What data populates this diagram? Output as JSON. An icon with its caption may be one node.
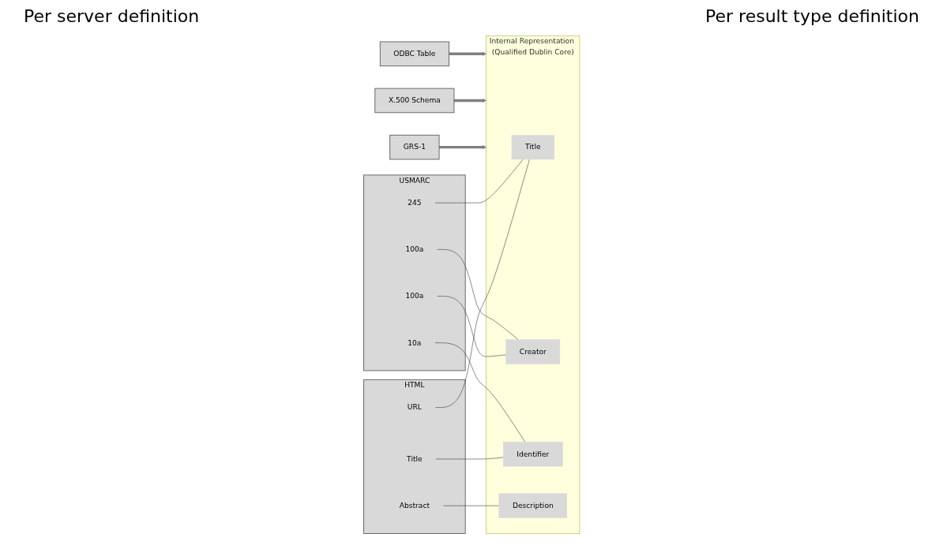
{
  "diagram": {
    "nodes": [
      {
        "text": [
          "HTML"
        ]
      },
      {
        "text": [
          "URL"
        ],
        "in": 0
      },
      {
        "text": [
          "Title"
        ],
        "in": 0
      },
      {
        "text": [
          "Abstract"
        ],
        "in": 0
      },
      {
        "text": [
          "Internal Representation (Qualified Dublin Core)"
        ]
      },
      {
        "text": [
          "Title"
        ],
        "in": 4
      },
      {
        "text": [
          "Creator"
        ],
        "in": 4
      },
      {
        "text": [
          "Identifier"
        ],
        "in": 4
      },
      {
        "text": [
          "Description"
        ],
        "in": 4
      },
      {
        "text": [
          "USMARC"
        ]
      },
      {
        "text": [
          "245"
        ],
        "in": 9
      },
      {
        "text": [
          "100a"
        ],
        "in": 9
      },
      {
        "text": [
          "100a"
        ],
        "in": 9
      },
      {
        "text": [
          "10a"
        ],
        "in": 9
      },
      {
        "text": [
          "GRS-1"
        ]
      },
      {
        "text": [
          "X.500 Schema"
        ]
      },
      {
        "text": [
          "ODBC Table"
        ]
      }
    ],
    "edges": [
      {
        "from": 1,
        "to": 5,
        "arrow": "none"
      },
      {
        "from": 2,
        "to": 7,
        "arrow": "none"
      },
      {
        "from": 3,
        "to": 8,
        "arrow": "none"
      },
      {
        "from": 10,
        "to": 5,
        "arrow": "none"
      },
      {
        "from": 11,
        "to": 6,
        "arrow": "none"
      },
      {
        "from": 12,
        "to": 6,
        "arrow": "none"
      },
      {
        "from": 13,
        "to": 7,
        "arrow": "none"
      },
      {
        "from": 14,
        "to": 4,
        "arrow": "to",
        "style": "thick",
        "color": "#808080"
      },
      {
        "from": 15,
        "to": 4,
        "arrow": "to",
        "style": "thick",
        "color": "#808080"
      },
      {
        "from": 16,
        "to": 4,
        "arrow": "to",
        "style": "thick",
        "color": "#808080"
      }
    ],
    "labels": [
      "Per server definition",
      "Per result type definition"
    ]
  }
}
